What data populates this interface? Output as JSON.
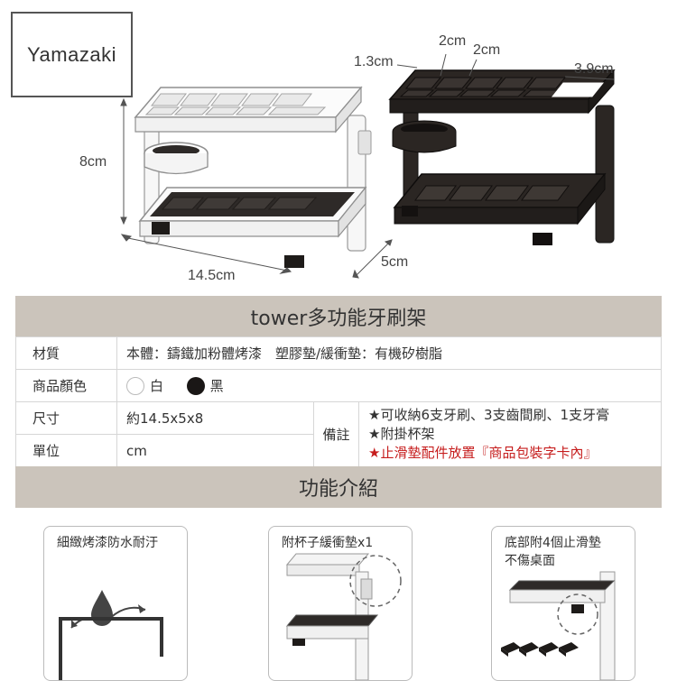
{
  "brand": "Yamazaki",
  "dimensions": {
    "height": "8cm",
    "width": "14.5cm",
    "depth": "5cm",
    "cell_a": "1.3cm",
    "cell_b": "2cm",
    "cell_c": "2cm",
    "cell_d": "3.9cm"
  },
  "title_bar": "tower多功能牙刷架",
  "specs": {
    "material_label": "材質",
    "material_value": "本體：鑄鐵加粉體烤漆　塑膠墊/緩衝墊：有機矽樹脂",
    "color_label": "商品顏色",
    "color_white": "白",
    "color_black": "黑",
    "size_label": "尺寸",
    "size_value": "約14.5x5x8",
    "unit_label": "單位",
    "unit_value": "cm",
    "note_label": "備註",
    "note_1": "★可收納6支牙刷、3支齒間刷、1支牙膏",
    "note_2": "★附掛杯架",
    "note_3": "★止滑墊配件放置『商品包裝字卡內』"
  },
  "features_bar": "功能介紹",
  "features": [
    {
      "title": "細緻烤漆防水耐汙"
    },
    {
      "title": "附杯子緩衝墊x1"
    },
    {
      "title": "底部附4個止滑墊\n不傷桌面"
    }
  ],
  "colors": {
    "bar_bg": "#cbc4bb",
    "white_product": "#f2f2f2",
    "black_product": "#2b2623",
    "note_red": "#c61d1d"
  }
}
